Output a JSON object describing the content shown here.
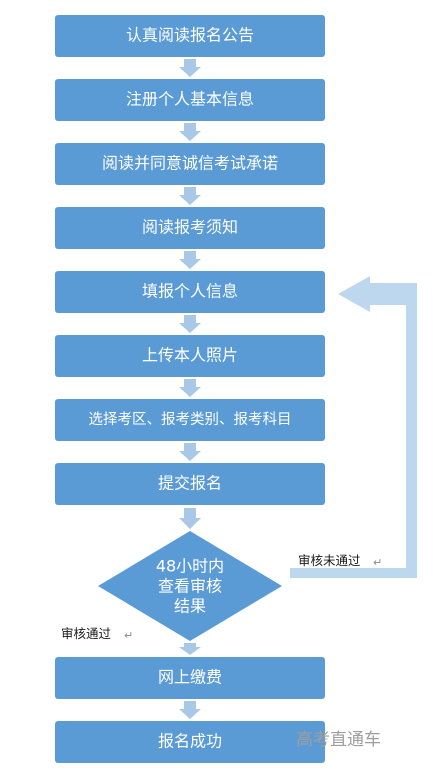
{
  "diagram": {
    "steps": [
      "认真阅读报名公告",
      "注册个人基本信息",
      "阅读并同意诚信考试承诺",
      "阅读报考须知",
      "填报个人信息",
      "上传本人照片",
      "选择考区、报考类别、报考科目",
      "提交报名",
      "网上缴费",
      "报名成功"
    ],
    "decision": {
      "lines": [
        "48小时内",
        "查看审核",
        "结果"
      ]
    },
    "labels": {
      "fail": "审核未通过",
      "pass": "审核通过",
      "mark": "↵"
    },
    "watermark": "高考直通车"
  },
  "colors": {
    "box_fill": "#5b9bd5",
    "connector_fill": "#a9c7e7",
    "loop_arrow_fill": "#bdd7ee",
    "text_on_box": "#ffffff"
  }
}
